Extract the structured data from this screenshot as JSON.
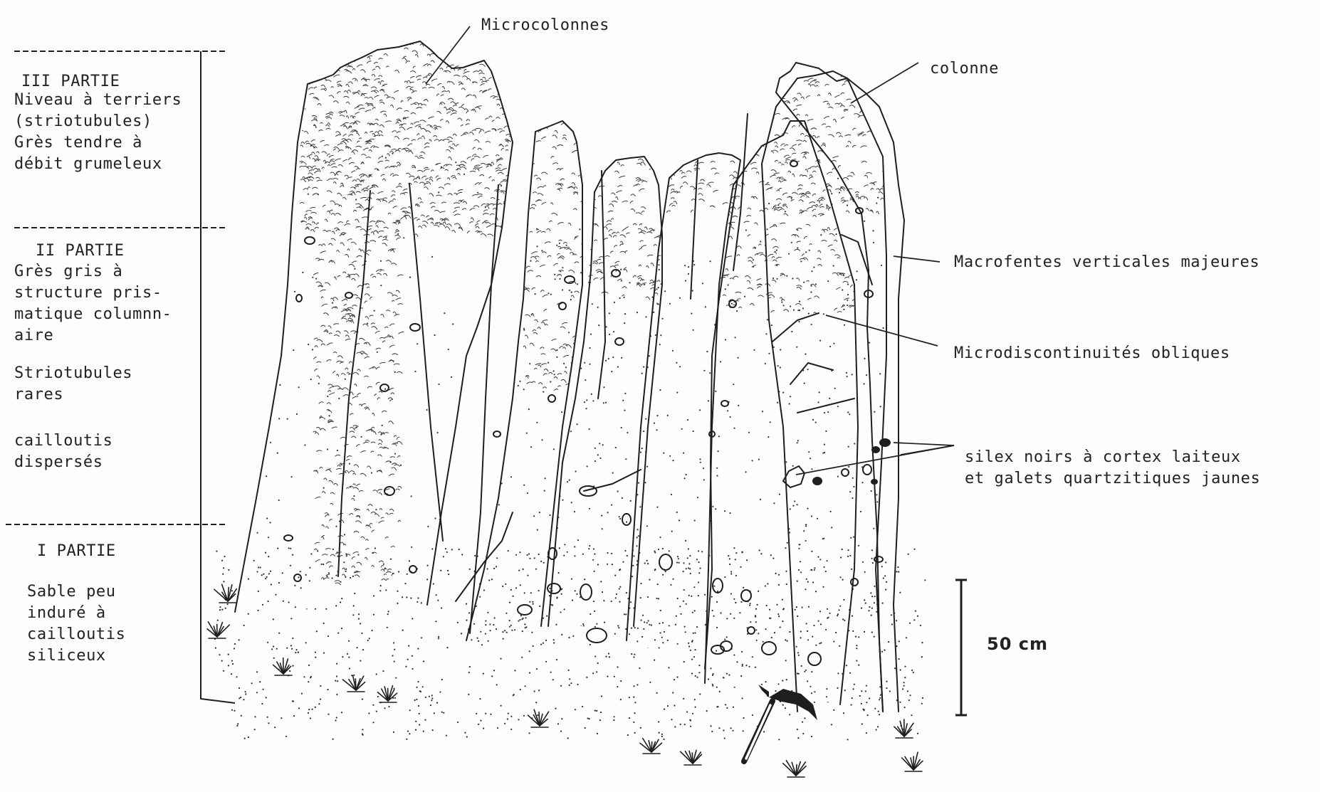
{
  "strata": {
    "part3": {
      "title": "III PARTIE",
      "description": "Niveau à terriers\n(striotubules)\nGrès tendre à\ndébit grumeleux"
    },
    "part2": {
      "title": "II PARTIE",
      "description": "Grès gris à\nstructure pris-\nmatique columnn-\naire",
      "note1": "Striotubules\nrares",
      "note2": "cailloutis\ndispersés"
    },
    "part1": {
      "title": "I PARTIE",
      "description": "Sable peu\ninduré à\ncailloutis\nsiliceux"
    }
  },
  "annotations": {
    "microcolonnes": "Microcolonnes",
    "colonne": "colonne",
    "macrofentes": "Macrofentes verticales majeures",
    "microdiscontinuites": "Microdiscontinuités obliques",
    "silex": "silex noirs à cortex laiteux\net galets quartzitiques jaunes"
  },
  "scale": {
    "label": "50 cm"
  },
  "colors": {
    "ink": "#1e1e1e",
    "paper": "#fdfdfb"
  }
}
